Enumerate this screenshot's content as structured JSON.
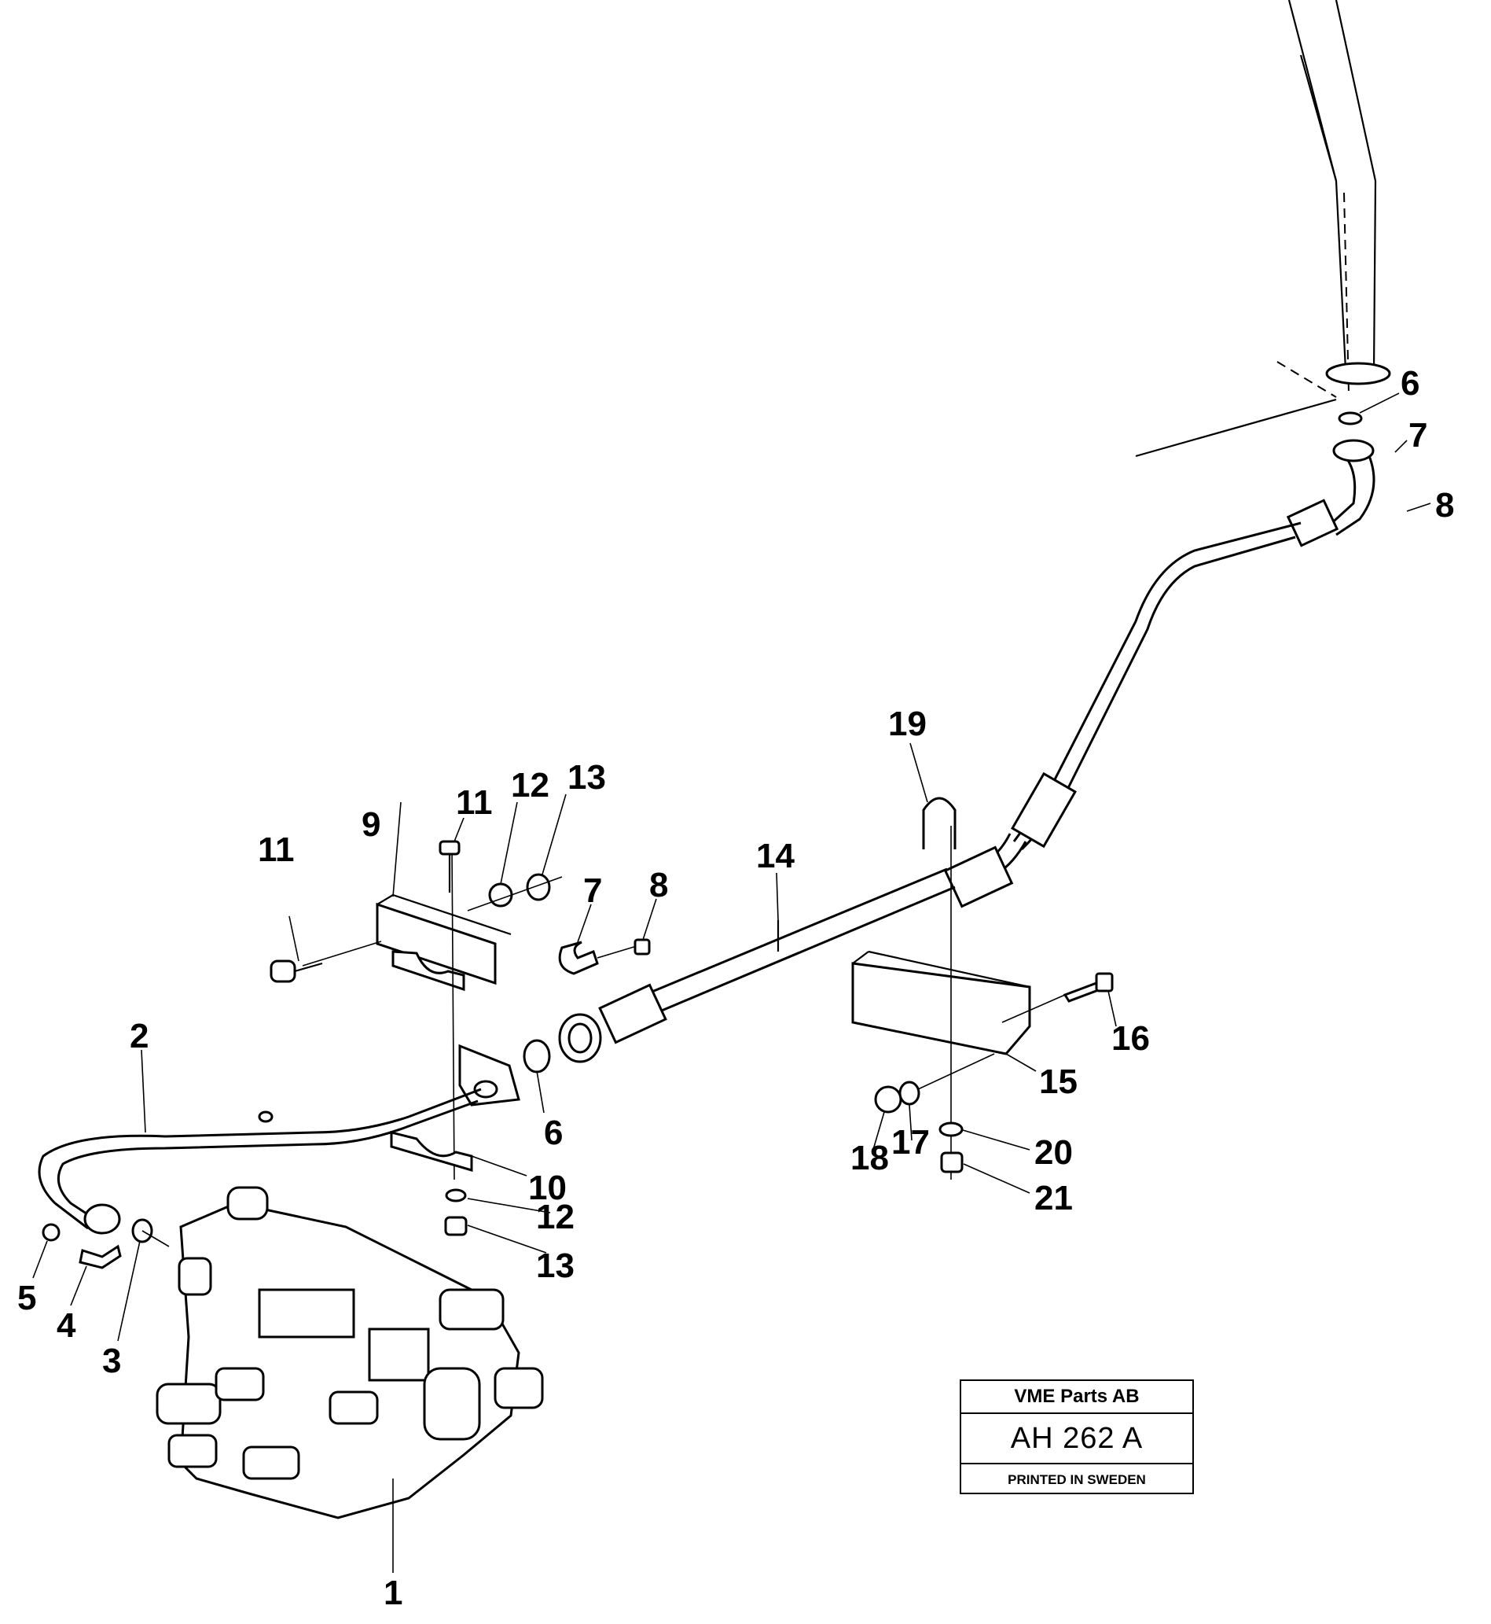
{
  "callouts": [
    {
      "id": "c1",
      "label": "1"
    },
    {
      "id": "c2",
      "label": "2"
    },
    {
      "id": "c3",
      "label": "3"
    },
    {
      "id": "c4",
      "label": "4"
    },
    {
      "id": "c5",
      "label": "5"
    },
    {
      "id": "c6a",
      "label": "6"
    },
    {
      "id": "c6b",
      "label": "6"
    },
    {
      "id": "c7a",
      "label": "7"
    },
    {
      "id": "c7b",
      "label": "7"
    },
    {
      "id": "c8a",
      "label": "8"
    },
    {
      "id": "c8b",
      "label": "8"
    },
    {
      "id": "c9",
      "label": "9"
    },
    {
      "id": "c10",
      "label": "10"
    },
    {
      "id": "c11a",
      "label": "11"
    },
    {
      "id": "c11b",
      "label": "11"
    },
    {
      "id": "c12a",
      "label": "12"
    },
    {
      "id": "c12b",
      "label": "12"
    },
    {
      "id": "c13a",
      "label": "13"
    },
    {
      "id": "c13b",
      "label": "13"
    },
    {
      "id": "c14",
      "label": "14"
    },
    {
      "id": "c15",
      "label": "15"
    },
    {
      "id": "c16",
      "label": "16"
    },
    {
      "id": "c17",
      "label": "17"
    },
    {
      "id": "c18",
      "label": "18"
    },
    {
      "id": "c19",
      "label": "19"
    },
    {
      "id": "c20",
      "label": "20"
    },
    {
      "id": "c21",
      "label": "21"
    }
  ],
  "title_block": {
    "company": "VME Parts AB",
    "code": "AH 262 A",
    "printed": "PRINTED IN SWEDEN"
  }
}
